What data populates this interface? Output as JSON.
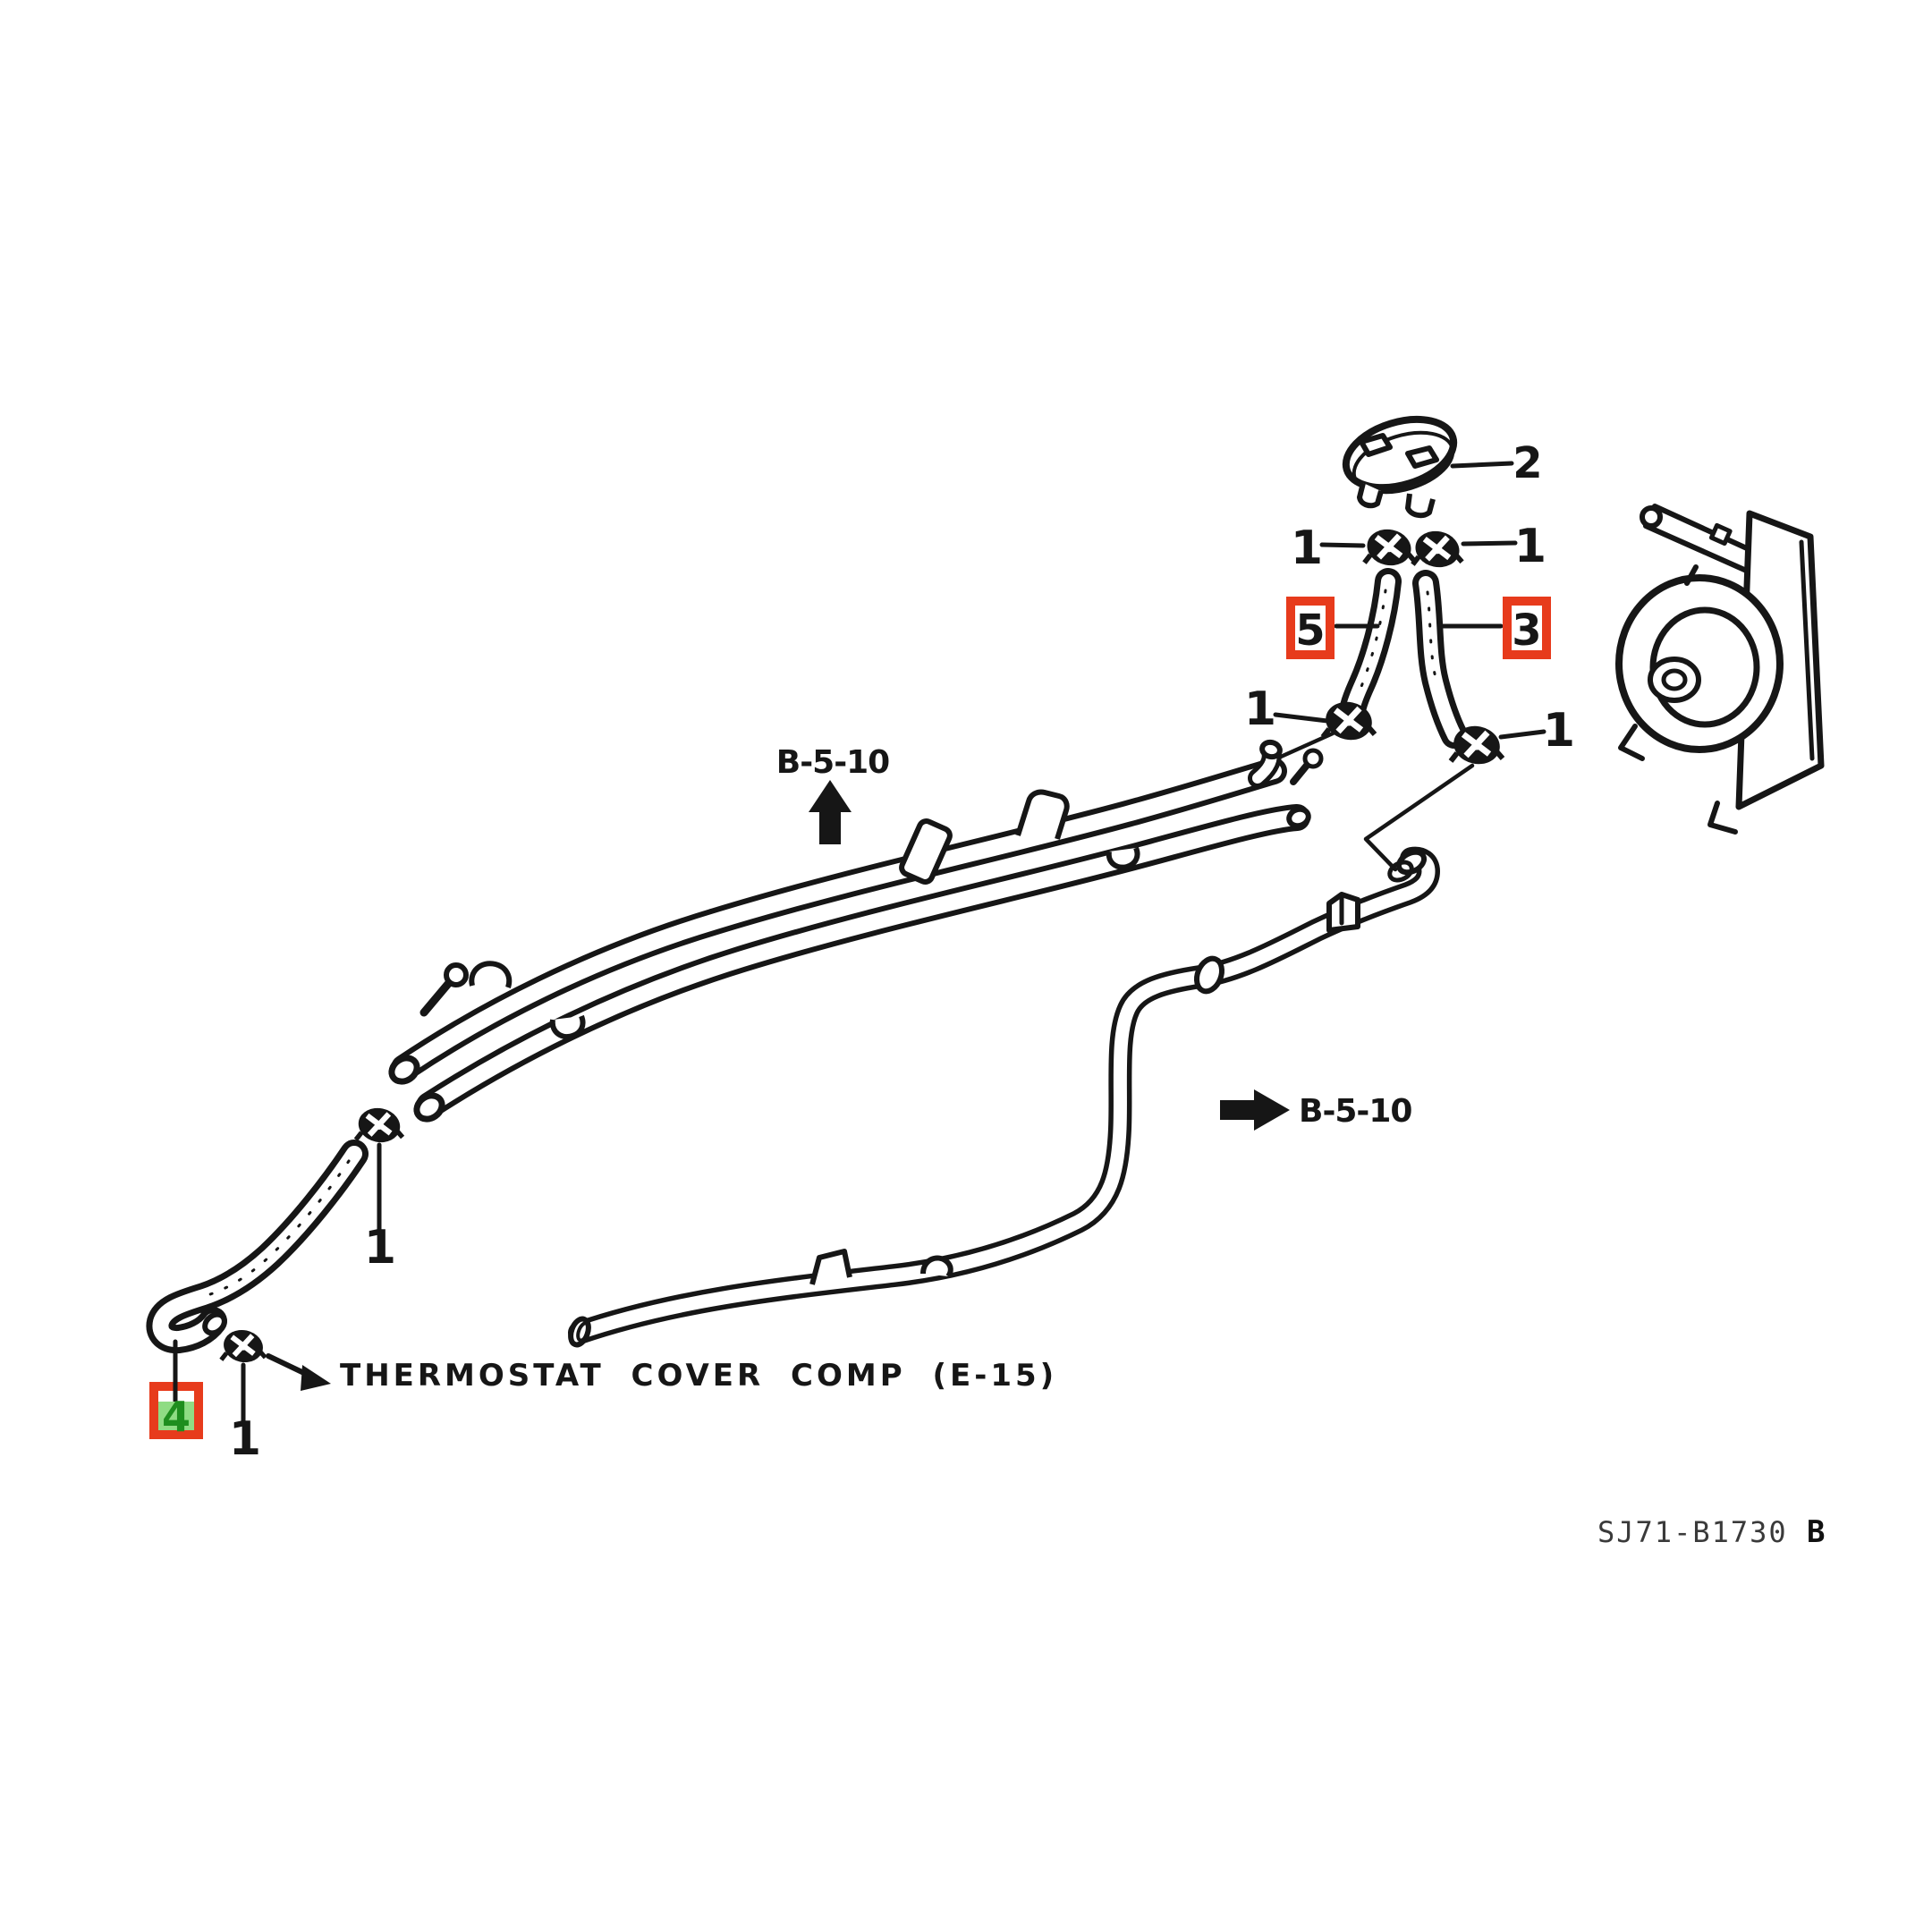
{
  "colors": {
    "background": "#ffffff",
    "line": "#161616",
    "highlight_red": "#e73b1c",
    "highlight_green": "#8fdc84",
    "green_numeral": "#1e8e1e"
  },
  "callouts": {
    "part2": "2",
    "part3": "3",
    "part4": "4",
    "part5": "5",
    "qty": [
      "1",
      "1",
      "1",
      "1",
      "1",
      "1"
    ]
  },
  "references": {
    "top": "B-5-10",
    "side": "B-5-10"
  },
  "notes": {
    "thermostat": "THERMOSTAT COVER COMP (E-15)"
  },
  "footer": {
    "code": "SJ71-B1730",
    "revision": "B"
  }
}
